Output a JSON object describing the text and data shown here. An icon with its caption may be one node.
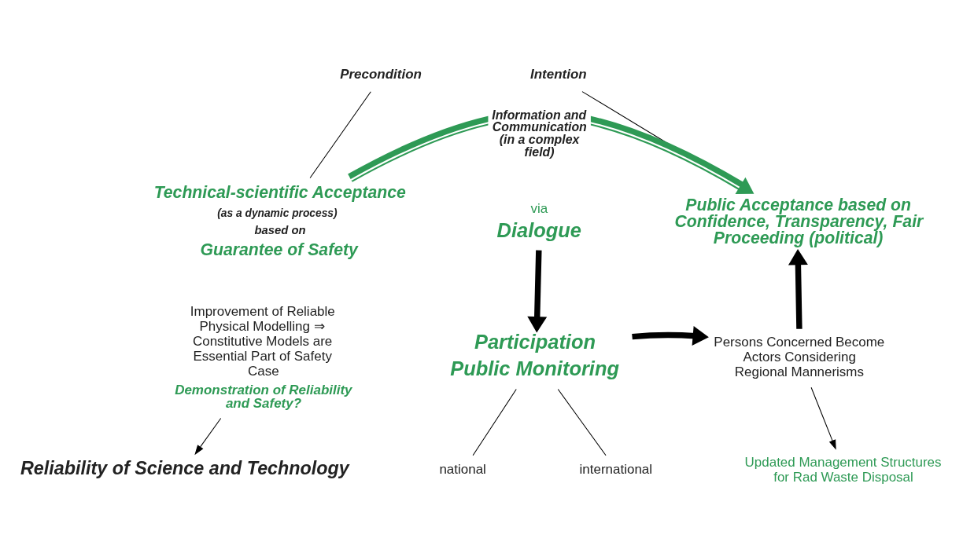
{
  "diagram": {
    "nodes": [
      {
        "text": [
          "Precondition"
        ]
      },
      {
        "text": [
          "Intention"
        ]
      },
      {
        "text": [
          "Technical-scientific Acceptance",
          "(as a dynamic process)",
          "based on",
          "Guarantee of Safety"
        ]
      },
      {
        "text": [
          "via",
          "Dialogue"
        ]
      },
      {
        "text": [
          "Public Acceptance based on Confidence, Transparency, Fair Proceeding (political)"
        ]
      },
      {
        "text": [
          "Improvement of Reliable Physical Modelling ⇒ Constitutive Models are Essential Part of Safety Case",
          "Demonstration of Reliability and Safety?"
        ]
      },
      {
        "text": [
          "Reliability of Science and Technology"
        ]
      },
      {
        "text": [
          "Participation",
          "Public Monitoring"
        ]
      },
      {
        "text": [
          "national"
        ]
      },
      {
        "text": [
          "international"
        ]
      },
      {
        "text": [
          "Persons Concerned Become Actors Considering Regional Mannerisms"
        ]
      },
      {
        "text": [
          "Updated Management Structures for Rad Waste Disposal"
        ]
      }
    ],
    "edges": [
      {
        "from": 0,
        "to": 2,
        "arrow": "none"
      },
      {
        "from": 1,
        "to": 4,
        "arrow": "none"
      },
      {
        "from": 2,
        "to": 4,
        "arrow": "to",
        "label": "Information and Communication (in a complex field)",
        "style": "thick",
        "color": "#2e9a55"
      },
      {
        "from": 3,
        "to": 7,
        "arrow": "to",
        "style": "thick"
      },
      {
        "from": 7,
        "to": 10,
        "arrow": "to",
        "style": "thick"
      },
      {
        "from": 10,
        "to": 4,
        "arrow": "to",
        "style": "thick"
      },
      {
        "from": 5,
        "to": 6,
        "arrow": "to"
      },
      {
        "from": 10,
        "to": 11,
        "arrow": "to"
      },
      {
        "from": 7,
        "to": 8,
        "arrow": "none"
      },
      {
        "from": 7,
        "to": 9,
        "arrow": "none"
      }
    ]
  }
}
